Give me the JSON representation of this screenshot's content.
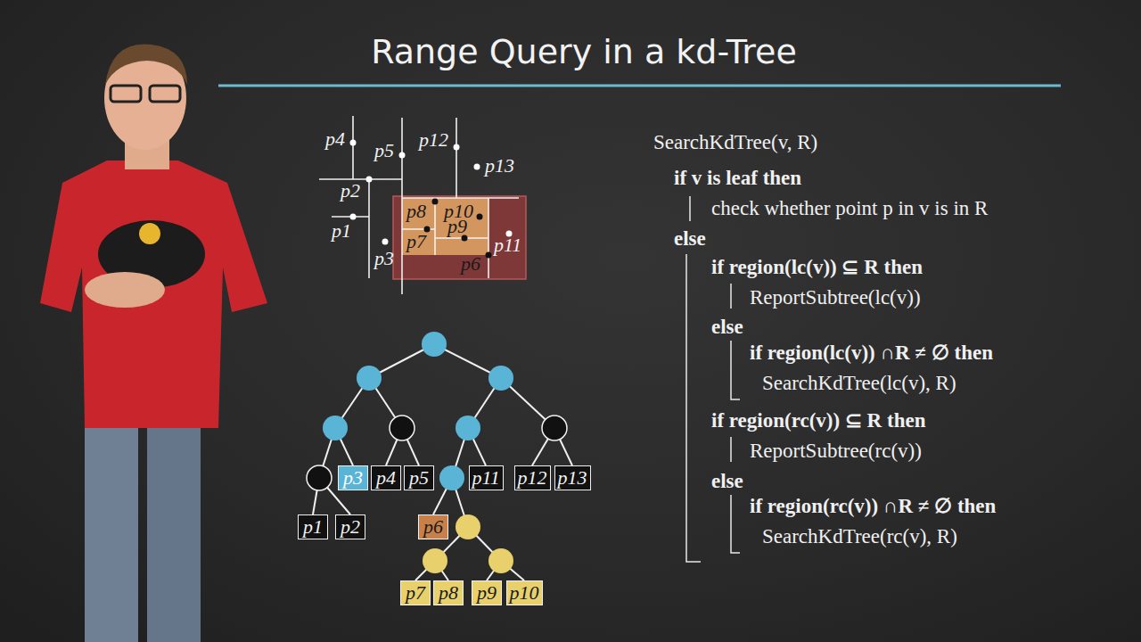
{
  "diagram": {
    "title": "Range Query in a kd-Tree",
    "nodes": [
      {
        "text": [
          "p3"
        ]
      },
      {
        "text": [
          "p4"
        ]
      },
      {
        "text": [
          "p5"
        ]
      },
      {
        "text": [
          "p11"
        ]
      },
      {
        "text": [
          "p12"
        ]
      },
      {
        "text": [
          "p13"
        ]
      },
      {
        "text": [
          "p1"
        ]
      },
      {
        "text": [
          "p2"
        ]
      },
      {
        "text": [
          "p6"
        ]
      },
      {
        "text": [
          "p7"
        ]
      },
      {
        "text": [
          "p8"
        ]
      },
      {
        "text": [
          "p9"
        ]
      },
      {
        "text": [
          "p10"
        ]
      }
    ],
    "edges": [],
    "labels": [
      "p4",
      "p5",
      "p12",
      "p13",
      "p2",
      "p8",
      "p10",
      "p9",
      "p1",
      "p7",
      "p11",
      "p3",
      "p6",
      "SearchKdTree(v, R)",
      "if v is leaf then",
      "check whether point p in v is in R",
      "else",
      "if region(lc(v)) ⊆ R then",
      "ReportSubtree(lc(v))",
      "else",
      "if region(lc(v)) ∩R ≠ ∅ then",
      "SearchKdTree(lc(v), R)",
      "if region(rc(v)) ⊆ R then",
      "ReportSubtree(rc(v))",
      "else",
      "if region(rc(v)) ∩R ≠ ∅ then",
      "SearchKdTree(rc(v), R)"
    ]
  }
}
